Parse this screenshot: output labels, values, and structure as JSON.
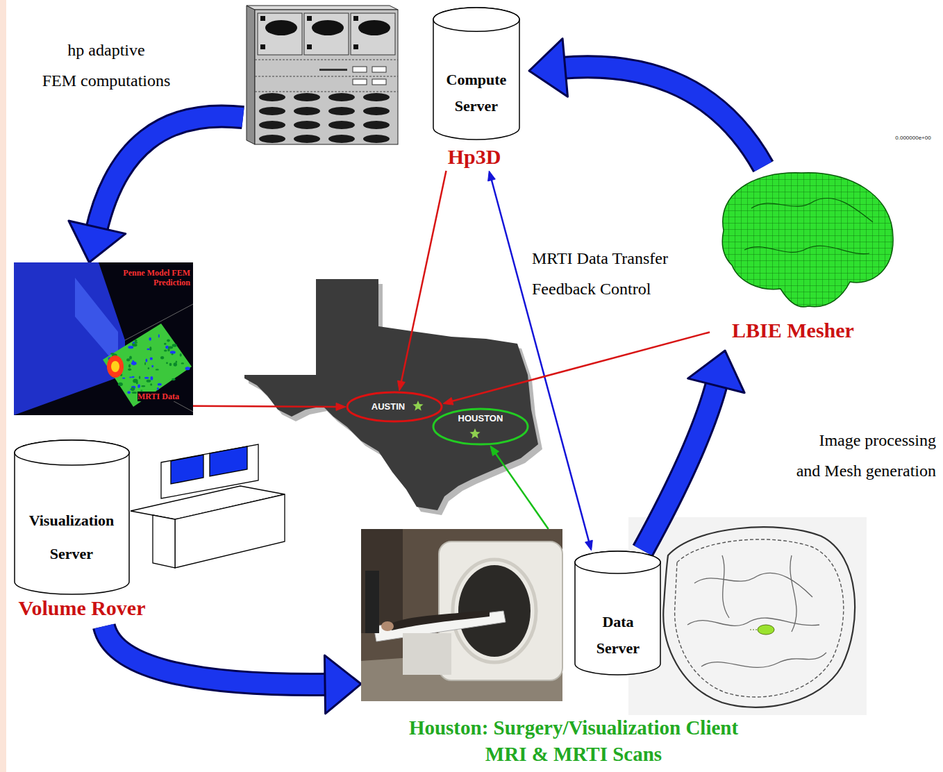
{
  "diagram": {
    "nodes": [
      {
        "text": [
          "Compute Server",
          "Hp3D"
        ]
      },
      {
        "text": [
          "Penne Model FEM Prediction",
          "MRTI Data"
        ]
      },
      {
        "text": [
          "LBIE Mesher"
        ]
      },
      {
        "text": [
          "Visualization Server",
          "Volume Rover"
        ]
      },
      {
        "text": [
          "AUSTIN"
        ]
      },
      {
        "text": [
          "HOUSTON"
        ]
      },
      {
        "text": [
          "Houston: Surgery/Visualization Client",
          "MRI & MRTI Scans"
        ]
      },
      {
        "text": [
          "Data Server"
        ]
      }
    ],
    "edges": [
      {
        "from": 0,
        "to": 1,
        "arrow": "to",
        "label": "hp adaptive FEM computations"
      },
      {
        "from": 2,
        "to": 0,
        "arrow": "to"
      },
      {
        "from": 0,
        "to": 4,
        "arrow": "to"
      },
      {
        "from": 0,
        "to": 7,
        "arrow": "both",
        "label": "MRTI Data Transfer Feedback Control"
      },
      {
        "from": 2,
        "to": 4,
        "arrow": "to"
      },
      {
        "from": 1,
        "to": 4,
        "arrow": "to"
      },
      {
        "from": 6,
        "to": 5,
        "arrow": "to"
      },
      {
        "from": 3,
        "to": 6,
        "arrow": "to"
      },
      {
        "from": 7,
        "to": 2,
        "arrow": "to",
        "label": "Image processing and Mesh generation"
      }
    ],
    "labels": [
      "0.000000e+00"
    ]
  }
}
